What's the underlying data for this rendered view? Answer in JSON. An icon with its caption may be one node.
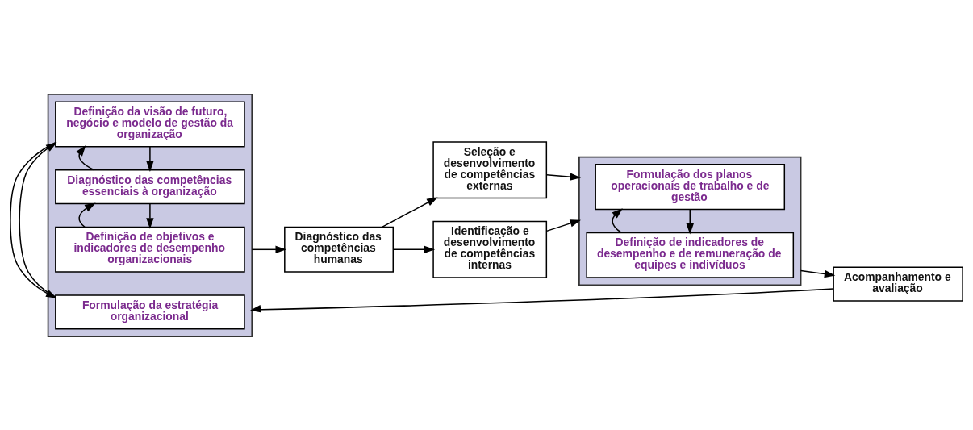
{
  "diagram": {
    "nodes": [
      {
        "text": [],
        "shape": "box"
      },
      {
        "text": [
          "Formulação da estratégia organizacional"
        ],
        "in": 0
      },
      {
        "text": [
          "Definição da visão de futuro, negócio e modelo de gestão da organização"
        ],
        "in": 0
      },
      {
        "text": [
          "Diagnóstico das competências essenciais à organização"
        ],
        "in": 0
      },
      {
        "text": [
          "Definição de objetivos e indicadores de desempenho organizacionais"
        ],
        "in": 0
      },
      {
        "text": [
          "Diagnóstico das competências humanas"
        ]
      },
      {
        "text": [
          "Identificação e desenvolvimento de competências internas"
        ]
      },
      {
        "text": [
          "Seleção e desenvolvimento de competências externas"
        ]
      },
      {
        "text": [],
        "shape": "box"
      },
      {
        "text": [
          "Formulação dos planos operacionais de trabalho e de gestão"
        ],
        "in": 8
      },
      {
        "text": [
          "Definição de indicadores de desempenho e de remuneração de equipes e indivíduos"
        ],
        "in": 8
      },
      {
        "text": [
          "Acompanhamento e avaliação"
        ]
      }
    ],
    "edges": [
      {
        "from": 1,
        "to": 2,
        "arrow": "to"
      },
      {
        "from": 2,
        "to": 1,
        "arrow": "to"
      },
      {
        "from": 2,
        "to": 3,
        "arrow": "to"
      },
      {
        "from": 3,
        "to": 2,
        "arrow": "to"
      },
      {
        "from": 3,
        "to": 4,
        "arrow": "to"
      },
      {
        "from": 4,
        "to": 3,
        "arrow": "to"
      },
      {
        "from": 0,
        "to": 5,
        "arrow": "to"
      },
      {
        "from": 5,
        "to": 6,
        "arrow": "to"
      },
      {
        "from": 5,
        "to": 7,
        "arrow": "to"
      },
      {
        "from": 6,
        "to": 8,
        "arrow": "to"
      },
      {
        "from": 7,
        "to": 8,
        "arrow": "to"
      },
      {
        "from": 9,
        "to": 10,
        "arrow": "to"
      },
      {
        "from": 10,
        "to": 9,
        "arrow": "to"
      },
      {
        "from": 8,
        "to": 11,
        "arrow": "to"
      },
      {
        "from": 11,
        "to": 0,
        "arrow": "to"
      }
    ]
  }
}
